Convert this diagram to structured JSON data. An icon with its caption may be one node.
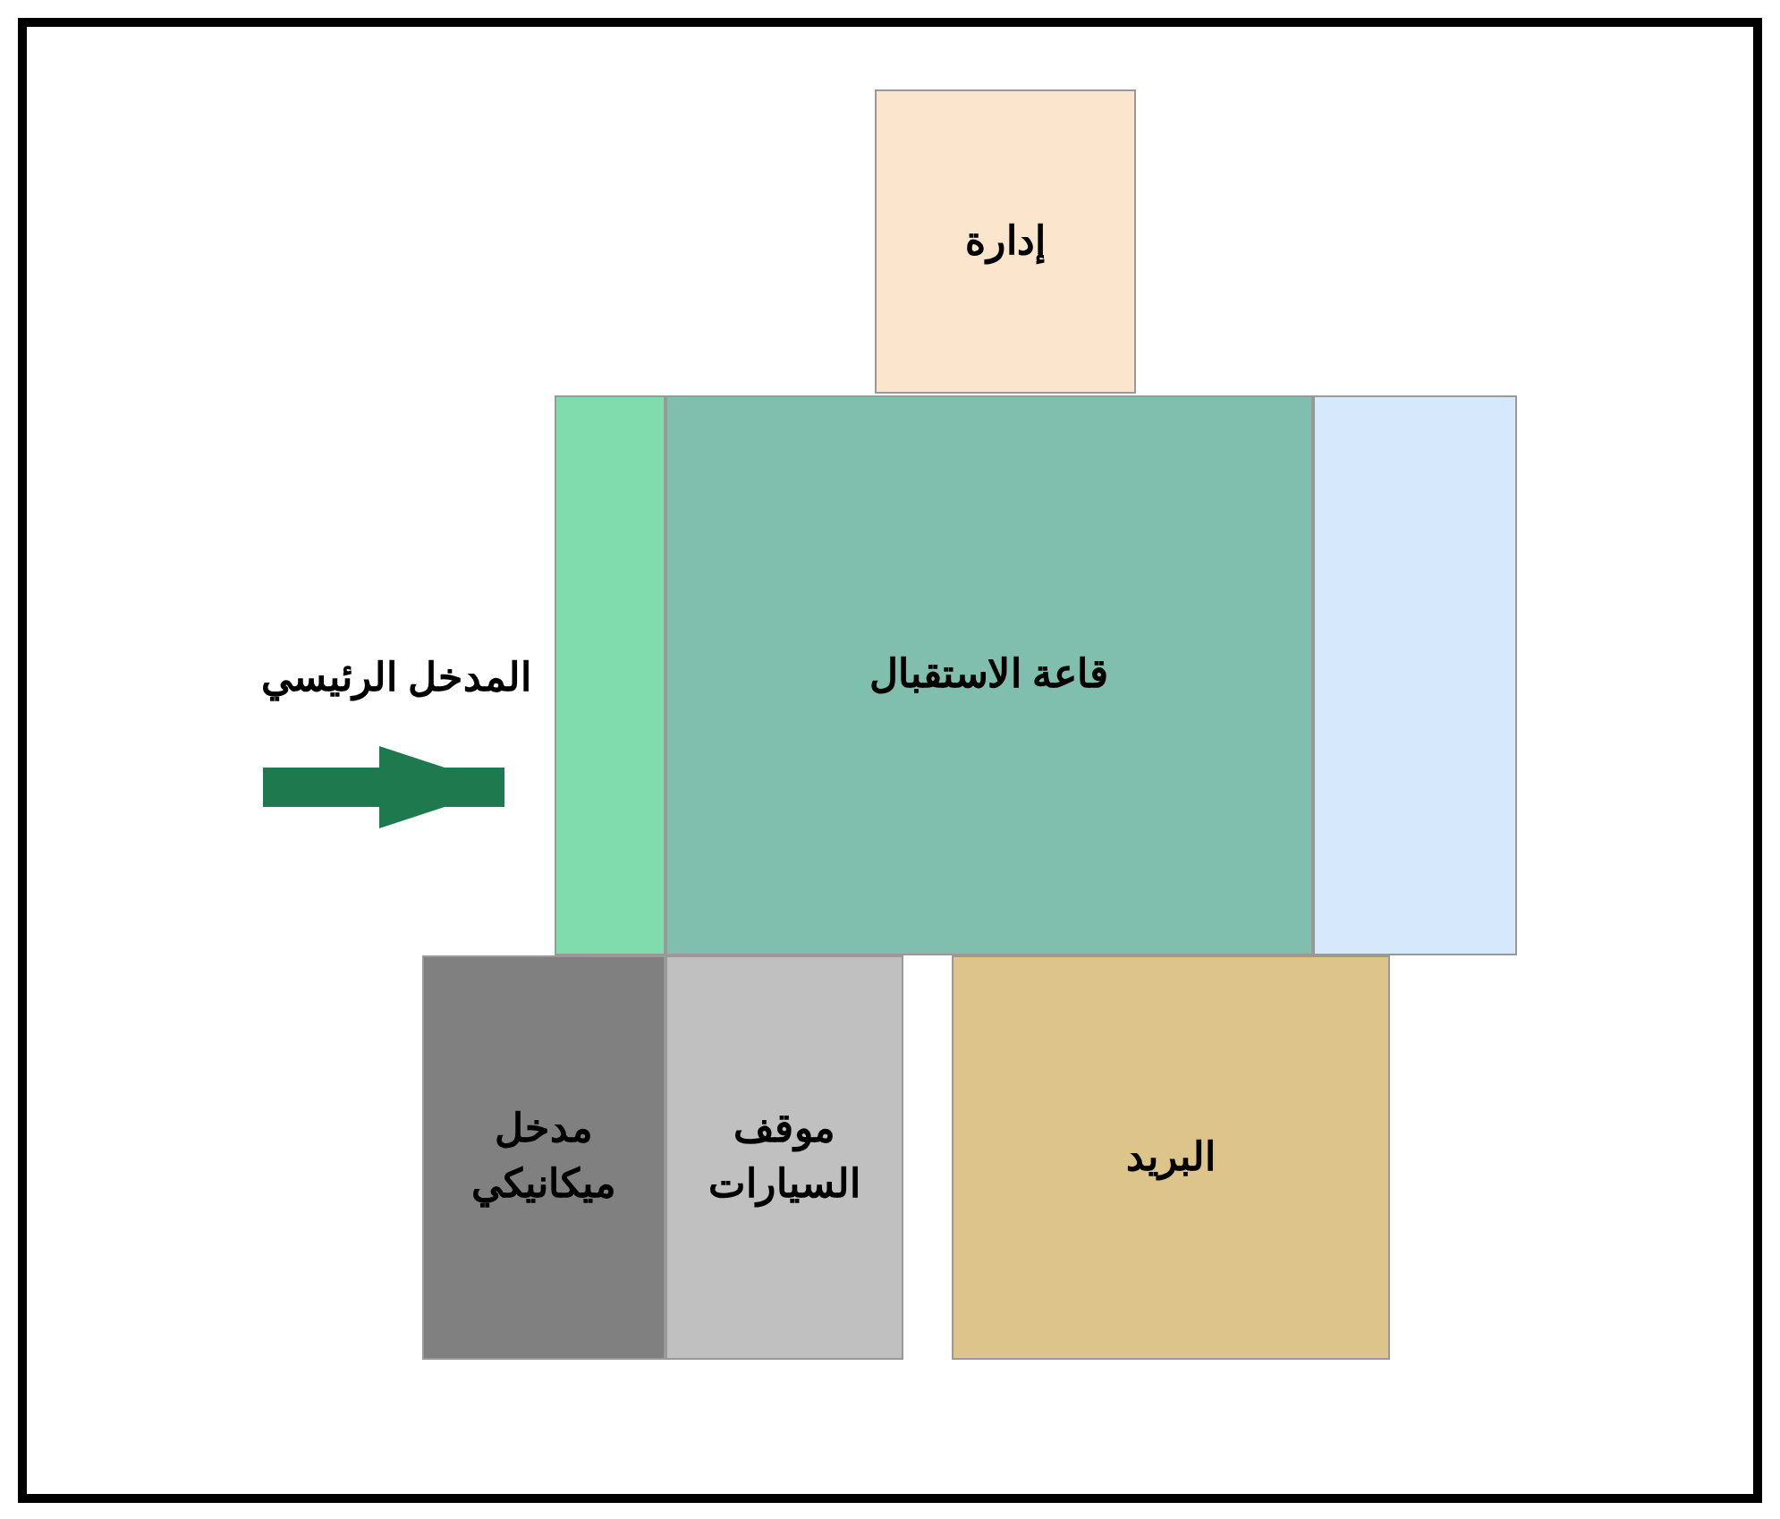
{
  "diagram": {
    "nodes": [
      {
        "text": [
          "إدارة"
        ]
      },
      {
        "text": [],
        "shape": "box"
      },
      {
        "text": [
          "قاعة الاستقبال"
        ]
      },
      {
        "text": [],
        "shape": "box"
      },
      {
        "text": [
          "مدخل ميكانيكي"
        ]
      },
      {
        "text": [
          "موقف السيارات"
        ]
      },
      {
        "text": [
          "البريد"
        ]
      }
    ],
    "edges": [
      {
        "from": null,
        "to": 1,
        "arrow": "to"
      }
    ],
    "labels": [
      "المدخل الرئيسي"
    ]
  }
}
